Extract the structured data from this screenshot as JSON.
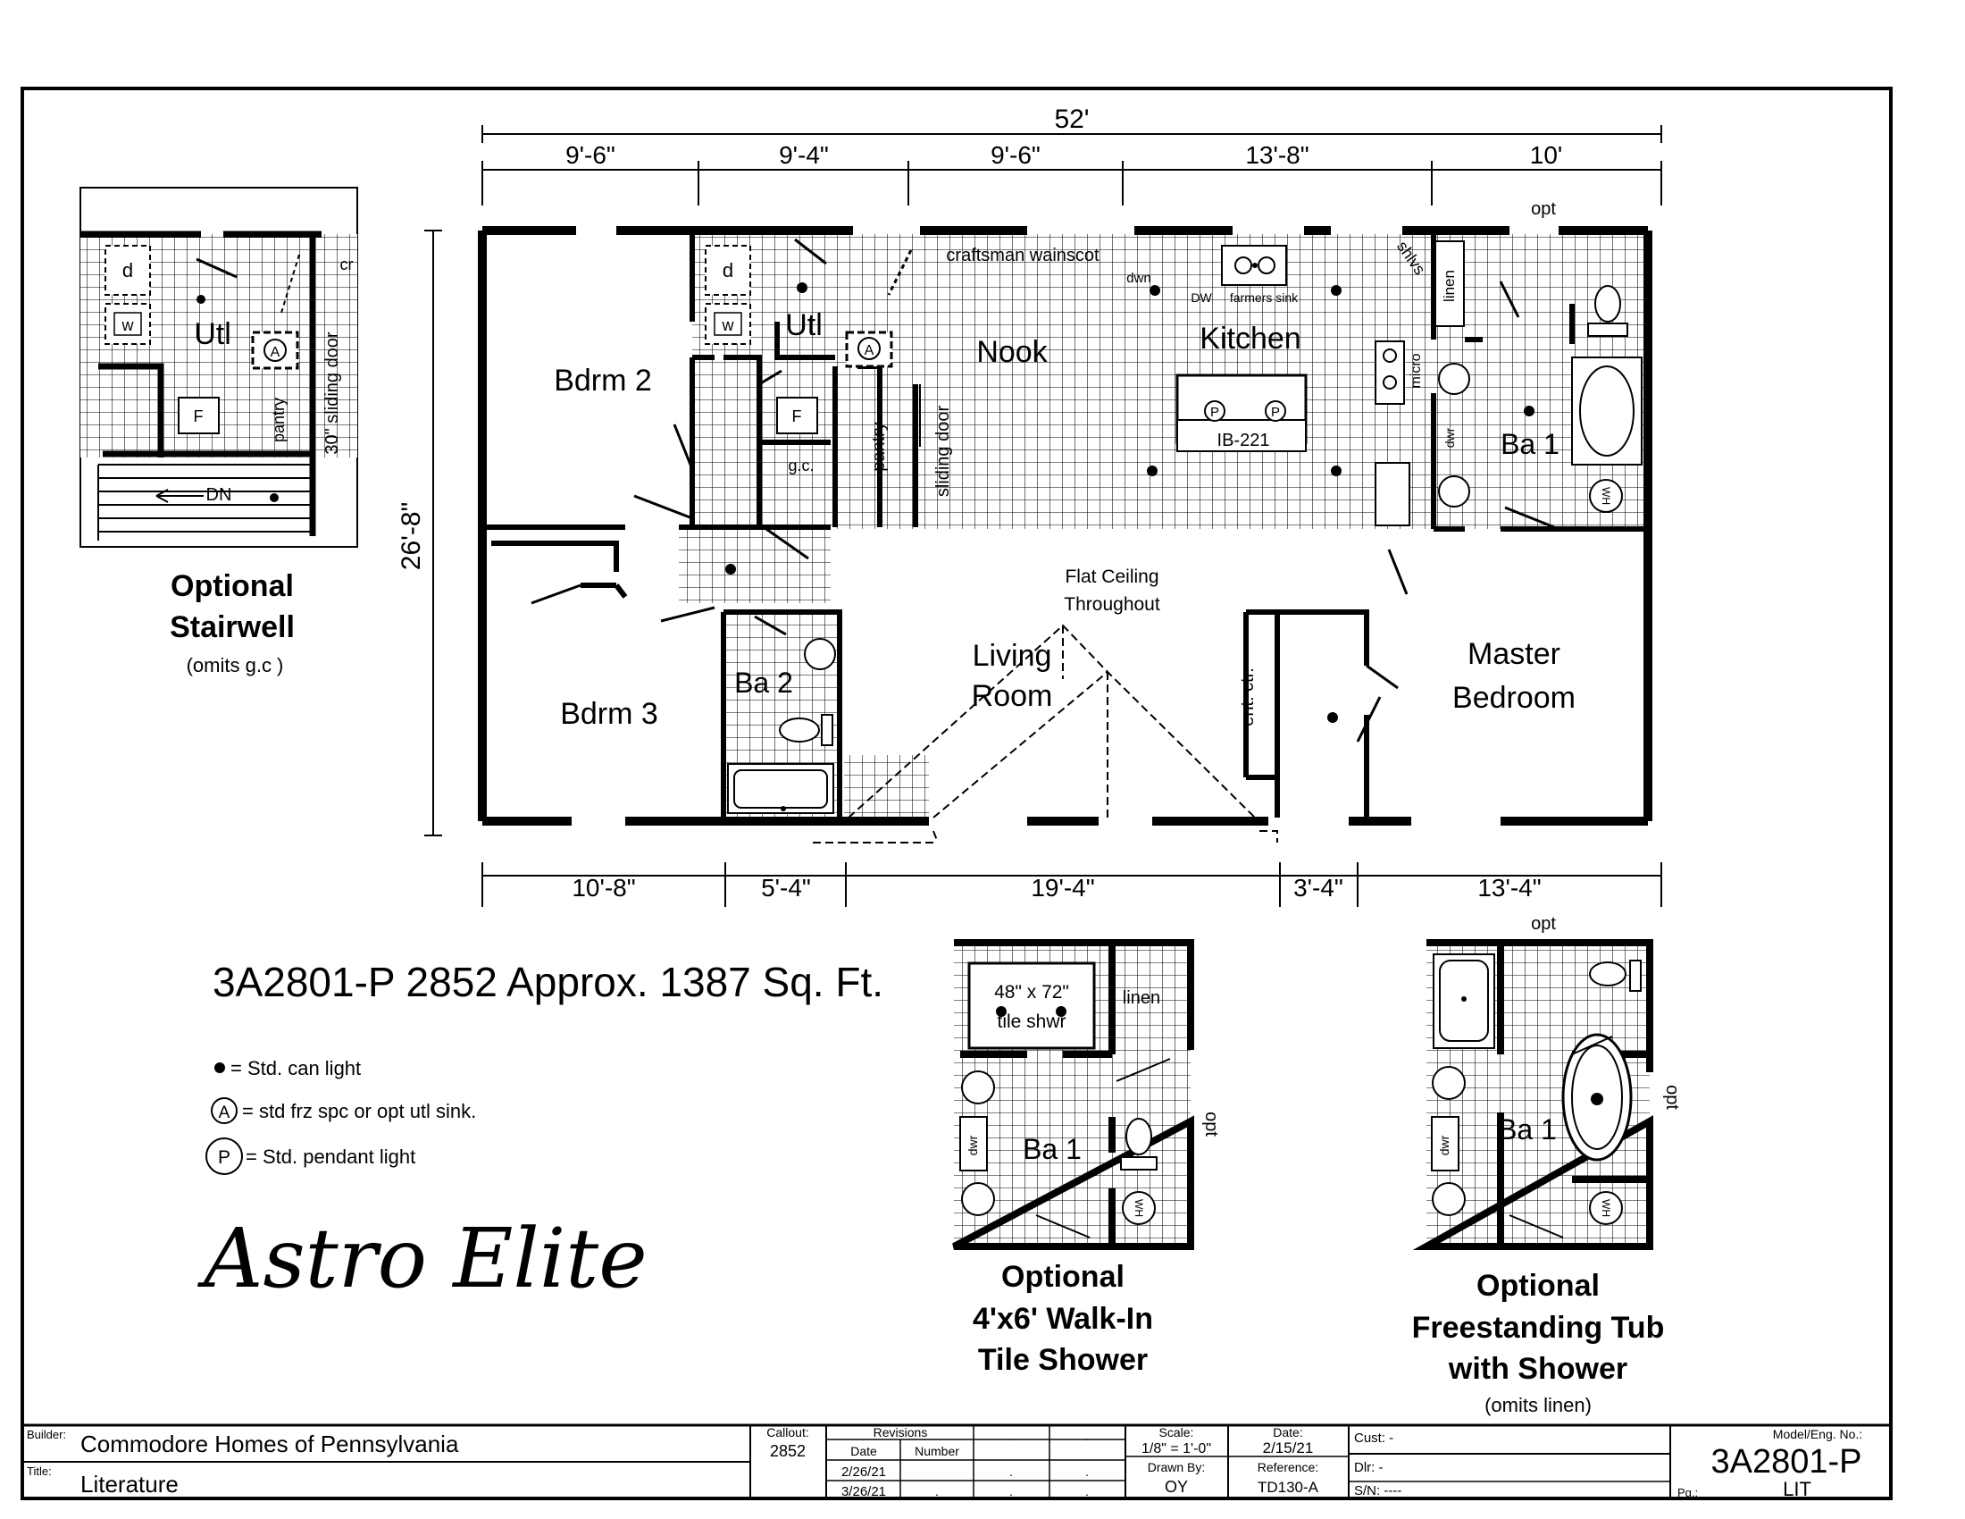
{
  "dimensions": {
    "overall_width": "52'",
    "top": [
      "9'-6\"",
      "9'-4\"",
      "9'-6\"",
      "13'-8\"",
      "10'"
    ],
    "depth": "26'-8\"",
    "bottom": [
      "10'-8\"",
      "5'-4\"",
      "19'-4\"",
      "3'-4\"",
      "13'-4\""
    ],
    "opt": "opt"
  },
  "rooms": {
    "bdrm2": "Bdrm 2",
    "bdrm3": "Bdrm 3",
    "utl": "Utl",
    "nook": "Nook",
    "kitchen": "Kitchen",
    "ba1": "Ba 1",
    "ba2": "Ba 2",
    "living_line1": "Living",
    "living_line2": "Room",
    "master_line1": "Master",
    "master_line2": "Bedroom"
  },
  "labels": {
    "craftsman": "craftsman wainscot",
    "dwn": "dwn",
    "dw": "DW",
    "farmers_sink": "farmers sink",
    "shlvs": "shlvs",
    "linen": "linen",
    "micro": "micro",
    "dwr": "dwr",
    "island": "IB-221",
    "pantry": "pantry",
    "sliding_door": "sliding door",
    "gc": "g.c.",
    "flat_ceiling_1": "Flat Ceiling",
    "flat_ceiling_2": "Throughout",
    "ent_ctr": "ent. ctr.",
    "d": "d",
    "w": "w",
    "f": "F",
    "a": "A",
    "p": "P",
    "wh": "WH"
  },
  "stairwell": {
    "title_1": "Optional",
    "title_2": "Stairwell",
    "note": "(omits g.c )",
    "sliding": "30\" sliding door",
    "cr": "cr",
    "dn": "DN"
  },
  "model_line": "3A2801-P 2852 Approx. 1387 Sq. Ft.",
  "legend": [
    {
      "symbol": "dot",
      "text": "= Std. can light"
    },
    {
      "symbol": "A",
      "text": "= std frz spc or opt utl sink."
    },
    {
      "symbol": "P",
      "text": "= Std. pendant light"
    }
  ],
  "brand": "Astro Elite",
  "opt_shower": {
    "title_1": "Optional",
    "title_2": "4'x6' Walk-In",
    "title_3": "Tile Shower",
    "size": "48\" x 72\"",
    "tile": "tile shwr"
  },
  "opt_tub": {
    "title_1": "Optional",
    "title_2": "Freestanding Tub",
    "title_3": "with Shower",
    "note": "(omits linen)"
  },
  "title_block": {
    "builder_label": "Builder:",
    "builder": "Commodore Homes of Pennsylvania",
    "title_label": "Title:",
    "title": "Literature",
    "callout_label": "Callout:",
    "callout": "2852",
    "revisions_label": "Revisions",
    "date_col": "Date",
    "number_col": "Number",
    "rev_dates": [
      "2/26/21",
      "3/26/21"
    ],
    "dot": ".",
    "scale_label": "Scale:",
    "scale": "1/8\" = 1'-0\"",
    "drawn_label": "Drawn By:",
    "drawn": "OY",
    "date_label": "Date:",
    "date": "2/15/21",
    "reference_label": "Reference:",
    "reference": "TD130-A",
    "cust": "Cust: -",
    "dlr": "Dlr:   -",
    "sn": "S/N:  ----",
    "model_label": "Model/Eng. No.:",
    "model": "3A2801-P",
    "pg_label": "Pg.:",
    "pg": "LIT"
  }
}
